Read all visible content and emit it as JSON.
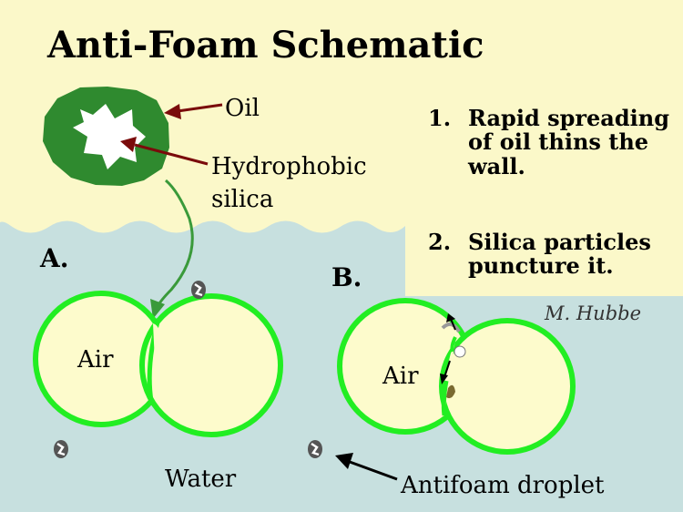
{
  "title": "Anti-Foam Schematic",
  "labels": {
    "oil": "Oil",
    "hydrophobic": "Hydrophobic",
    "silica": "silica",
    "panel_a": "A.",
    "panel_b": "B.",
    "air_a": "Air",
    "air_b": "Air",
    "water": "Water",
    "antifoam_droplet": "Antifoam droplet",
    "author": "M. Hubbe"
  },
  "steps": [
    {
      "num": "1.",
      "text": "Rapid spreading of oil thins the wall."
    },
    {
      "num": "2.",
      "text": "Silica particles puncture it."
    }
  ],
  "colors": {
    "top_region": "#fbf8c9",
    "water": "#c7e0df",
    "bubble_fill": "#fdfbcc",
    "bubble_wall": "#22ee22",
    "oil_droplet": "#2f8a2f",
    "silica": "#ffffff",
    "arrow_red": "#7a0b0b",
    "arrow_green": "#3a9a3a"
  }
}
